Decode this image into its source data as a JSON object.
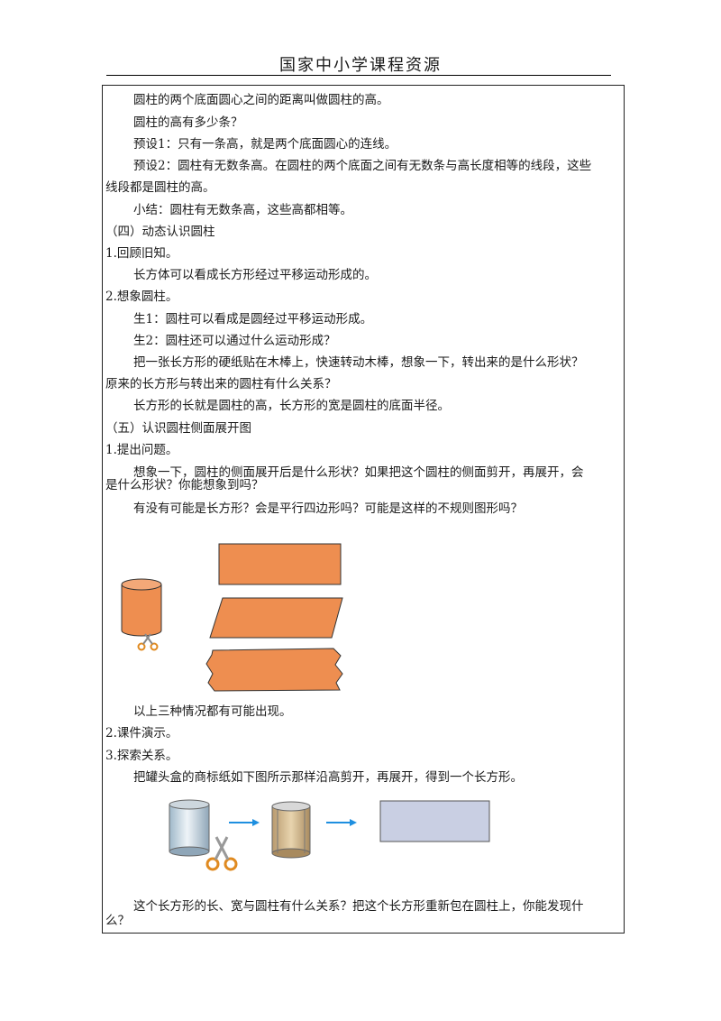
{
  "header": {
    "title": "国家中小学课程资源"
  },
  "lines": [
    "圆柱的两个底面圆心之间的距离叫做圆柱的高。",
    "圆柱的高有多少条？",
    "预设1：只有一条高，就是两个底面圆心的连线。",
    "预设2：圆柱有无数条高。在圆柱的两个底面之间有无数条与高长度相等的线段，这些",
    "线段都是圆柱的高。",
    "小结：圆柱有无数条高，这些高都相等。",
    "（四）动态认识圆柱",
    "1.回顾旧知。",
    "长方体可以看成长方形经过平移运动形成的。",
    "2.想象圆柱。",
    "生1：圆柱可以看成是圆经过平移运动形成。",
    "生2：圆柱还可以通过什么运动形成？",
    "把一张长方形的硬纸贴在木棒上，快速转动木棒，想象一下，转出来的是什么形状？",
    "原来的长方形与转出来的圆柱有什么关系？",
    "长方形的长就是圆柱的高，长方形的宽是圆柱的底面半径。",
    "（五）认识圆柱侧面展开图",
    "1.提出问题。",
    "想象一下，圆柱的侧面展开后是什么形状？如果把这个圆柱的侧面剪开，再展开，会",
    "是什么形状？你能想象到吗？",
    "有没有可能是长方形？会是平行四边形吗？可能是这样的不规则图形吗？",
    "以上三种情况都有可能出现。",
    "2.课件演示。",
    "3.探索关系。",
    "把罐头盒的商标纸如下图所示那样沿高剪开，再展开，得到一个长方形。",
    "这个长方形的长、宽与圆柱有什么关系？把这个长方形重新包在圆柱上，你能发现什",
    "么？"
  ],
  "colors": {
    "orange": "#EE8E50",
    "lavender": "#C9CFE3",
    "arrow": "#1E8FE0"
  }
}
